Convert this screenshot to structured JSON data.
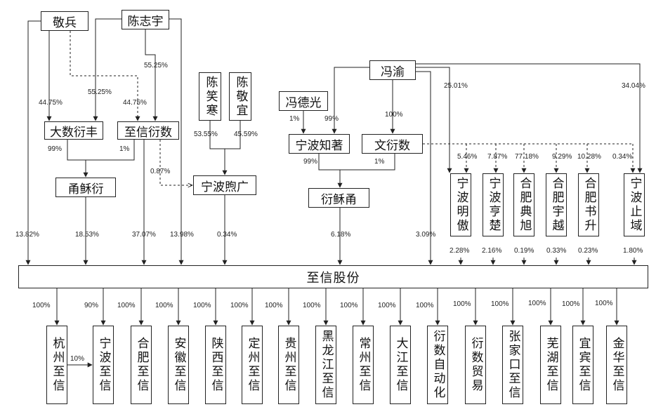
{
  "top_shareholders": {
    "jing_bing": "敬兵",
    "chen_zhiyu": "陈志宇",
    "chen_xiaohan": "陈笑寒",
    "chen_jingyi": "陈敬宜",
    "feng_yu": "冯渝",
    "feng_deguang": "冯德光"
  },
  "holding_entities": {
    "dashu_yanfeng": "大数衍丰",
    "zhixin_yanshu": "至信衍数",
    "yongsuyan": "甬稣衍",
    "ningbo_xugong": "宁波煦广",
    "ningbo_zhizhu": "宁波知著",
    "wenyanshu": "文衍数",
    "yansuyong": "衍稣甬"
  },
  "partnerships": [
    {
      "name": "宁波明傲",
      "feng_yu_pct": "",
      "wenyanshu_pct": "5.46%",
      "company_pct": "2.28%"
    },
    {
      "name": "宁波亨楚",
      "wenyanshu_pct": "7.87%",
      "company_pct": "2.16%"
    },
    {
      "name": "合肥典旭",
      "wenyanshu_pct": "77.18%",
      "company_pct": "0.19%"
    },
    {
      "name": "合肥宇越",
      "wenyanshu_pct": "9.29%",
      "company_pct": "0.33%"
    },
    {
      "name": "合肥书升",
      "wenyanshu_pct": "10.28%",
      "company_pct": "0.23%"
    },
    {
      "name": "宁波止域",
      "wenyanshu_pct": "0.34%",
      "company_pct": "1.80%"
    }
  ],
  "company": {
    "name": "至信股份"
  },
  "edges": {
    "jb_dsyf": "44.75%",
    "jb_zxys": "44.75%",
    "czy_dsyf": "55.25%",
    "czy_zxys": "55.25%",
    "dsyf_ysy": "99%",
    "zxys_ysy": "1%",
    "zxys_nbxg": "0.87%",
    "cxh_nbxg": "53.55%",
    "cjy_nbxg": "45.59%",
    "fdg_nbzz": "1%",
    "fy_nbzz": "99%",
    "fy_wys": "100%",
    "nbzz_ysy2": "99%",
    "wys_ysy2": "1%",
    "fy_mingao": "25.01%",
    "fy_zhiyu": "34.04%",
    "jb_company": "13.82%",
    "ysy_company": "18.53%",
    "zxys_company": "37.07%",
    "czy_company": "13.98%",
    "nbxg_company": "0.34%",
    "ysy2_company": "6.18%",
    "fy_company": "3.09%"
  },
  "subsidiaries": [
    {
      "name": "杭州至信",
      "pct": "100%"
    },
    {
      "name": "宁波至信",
      "pct": "90%"
    },
    {
      "name": "合肥至信",
      "pct": "100%"
    },
    {
      "name": "安徽至信",
      "pct": "100%"
    },
    {
      "name": "陕西至信",
      "pct": "100%"
    },
    {
      "name": "定州至信",
      "pct": "100%"
    },
    {
      "name": "贵州至信",
      "pct": "100%"
    },
    {
      "name": "黑龙江至信",
      "pct": "100%"
    },
    {
      "name": "常州至信",
      "pct": "100%"
    },
    {
      "name": "大江至信",
      "pct": "100%"
    },
    {
      "name": "衍数自动化",
      "pct": "100%"
    },
    {
      "name": "衍数贸易",
      "pct": "100%"
    },
    {
      "name": "张家口至信",
      "pct": "100%"
    },
    {
      "name": "芜湖至信",
      "pct": "100%"
    },
    {
      "name": "宜宾至信",
      "pct": "100%"
    },
    {
      "name": "金华至信",
      "pct": "100%"
    }
  ],
  "hangzhou_to_ningbo_pct": "10%"
}
